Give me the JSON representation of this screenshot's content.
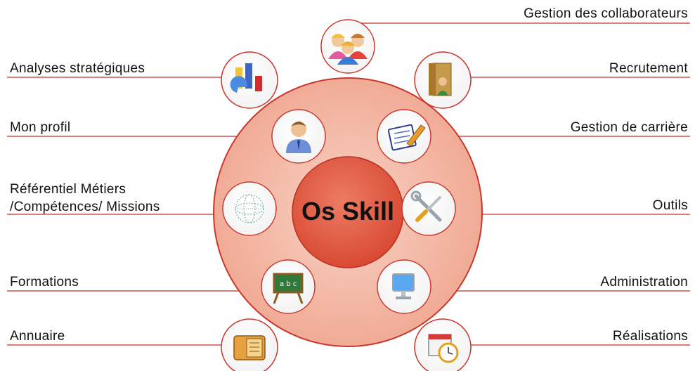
{
  "center": {
    "title": "Os Skill"
  },
  "colors": {
    "ring": "#f4b8a6",
    "ring_stroke": "#c9372c",
    "hub": "#df5b44",
    "line": "#c0302b"
  },
  "menu": {
    "gestion_collaborateurs": "Gestion des collaborateurs",
    "analyses": "Analyses stratégiques",
    "recrutement": "Recrutement",
    "mon_profil": "Mon profil",
    "gestion_carriere": "Gestion de carrière",
    "referentiel": "Référentiel Métiers\n/Compétences/ Missions",
    "outils": "Outils",
    "formations": "Formations",
    "administration": "Administration",
    "annuaire": "Annuaire",
    "realisations": "Réalisations"
  },
  "icons": {
    "gestion_collaborateurs": "people-group-icon",
    "analyses": "bar-chart-icon",
    "recrutement": "door-person-icon",
    "mon_profil": "user-icon",
    "gestion_carriere": "notepad-pen-icon",
    "referentiel": "network-globe-icon",
    "outils": "tools-icon",
    "formations": "chalkboard-icon",
    "administration": "computer-monitor-icon",
    "annuaire": "wallet-directory-icon",
    "realisations": "calendar-clock-icon"
  }
}
